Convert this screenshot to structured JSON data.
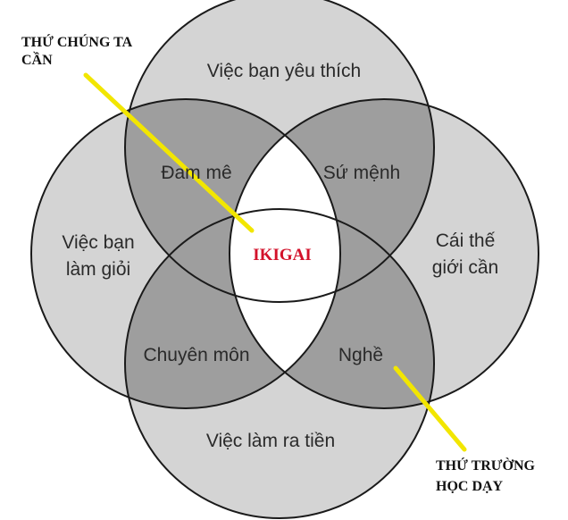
{
  "circles": {
    "top": "Việc bạn yêu thích",
    "left_line1": "Việc bạn",
    "left_line2": "làm giỏi",
    "right_line1": "Cái thế",
    "right_line2": "giới cần",
    "bottom": "Việc làm ra tiền"
  },
  "overlaps": {
    "top_left": "Đam mê",
    "top_right": "Sứ mệnh",
    "bottom_left": "Chuyên môn",
    "bottom_right": "Nghề"
  },
  "center": "IKIGAI",
  "annotations": {
    "top_line1": "THỨ CHÚNG TA",
    "top_line2": "CẦN",
    "bottom_line1": "THỨ TRƯỜNG",
    "bottom_line2": "HỌC DẠY"
  },
  "colors": {
    "circle_fill": "#d4d4d4",
    "overlap_fill": "#9e9e9e",
    "center_fill": "#ffffff",
    "outline": "#1a1a1a",
    "pointer": "#f2e600",
    "center_text": "#d3122b"
  }
}
